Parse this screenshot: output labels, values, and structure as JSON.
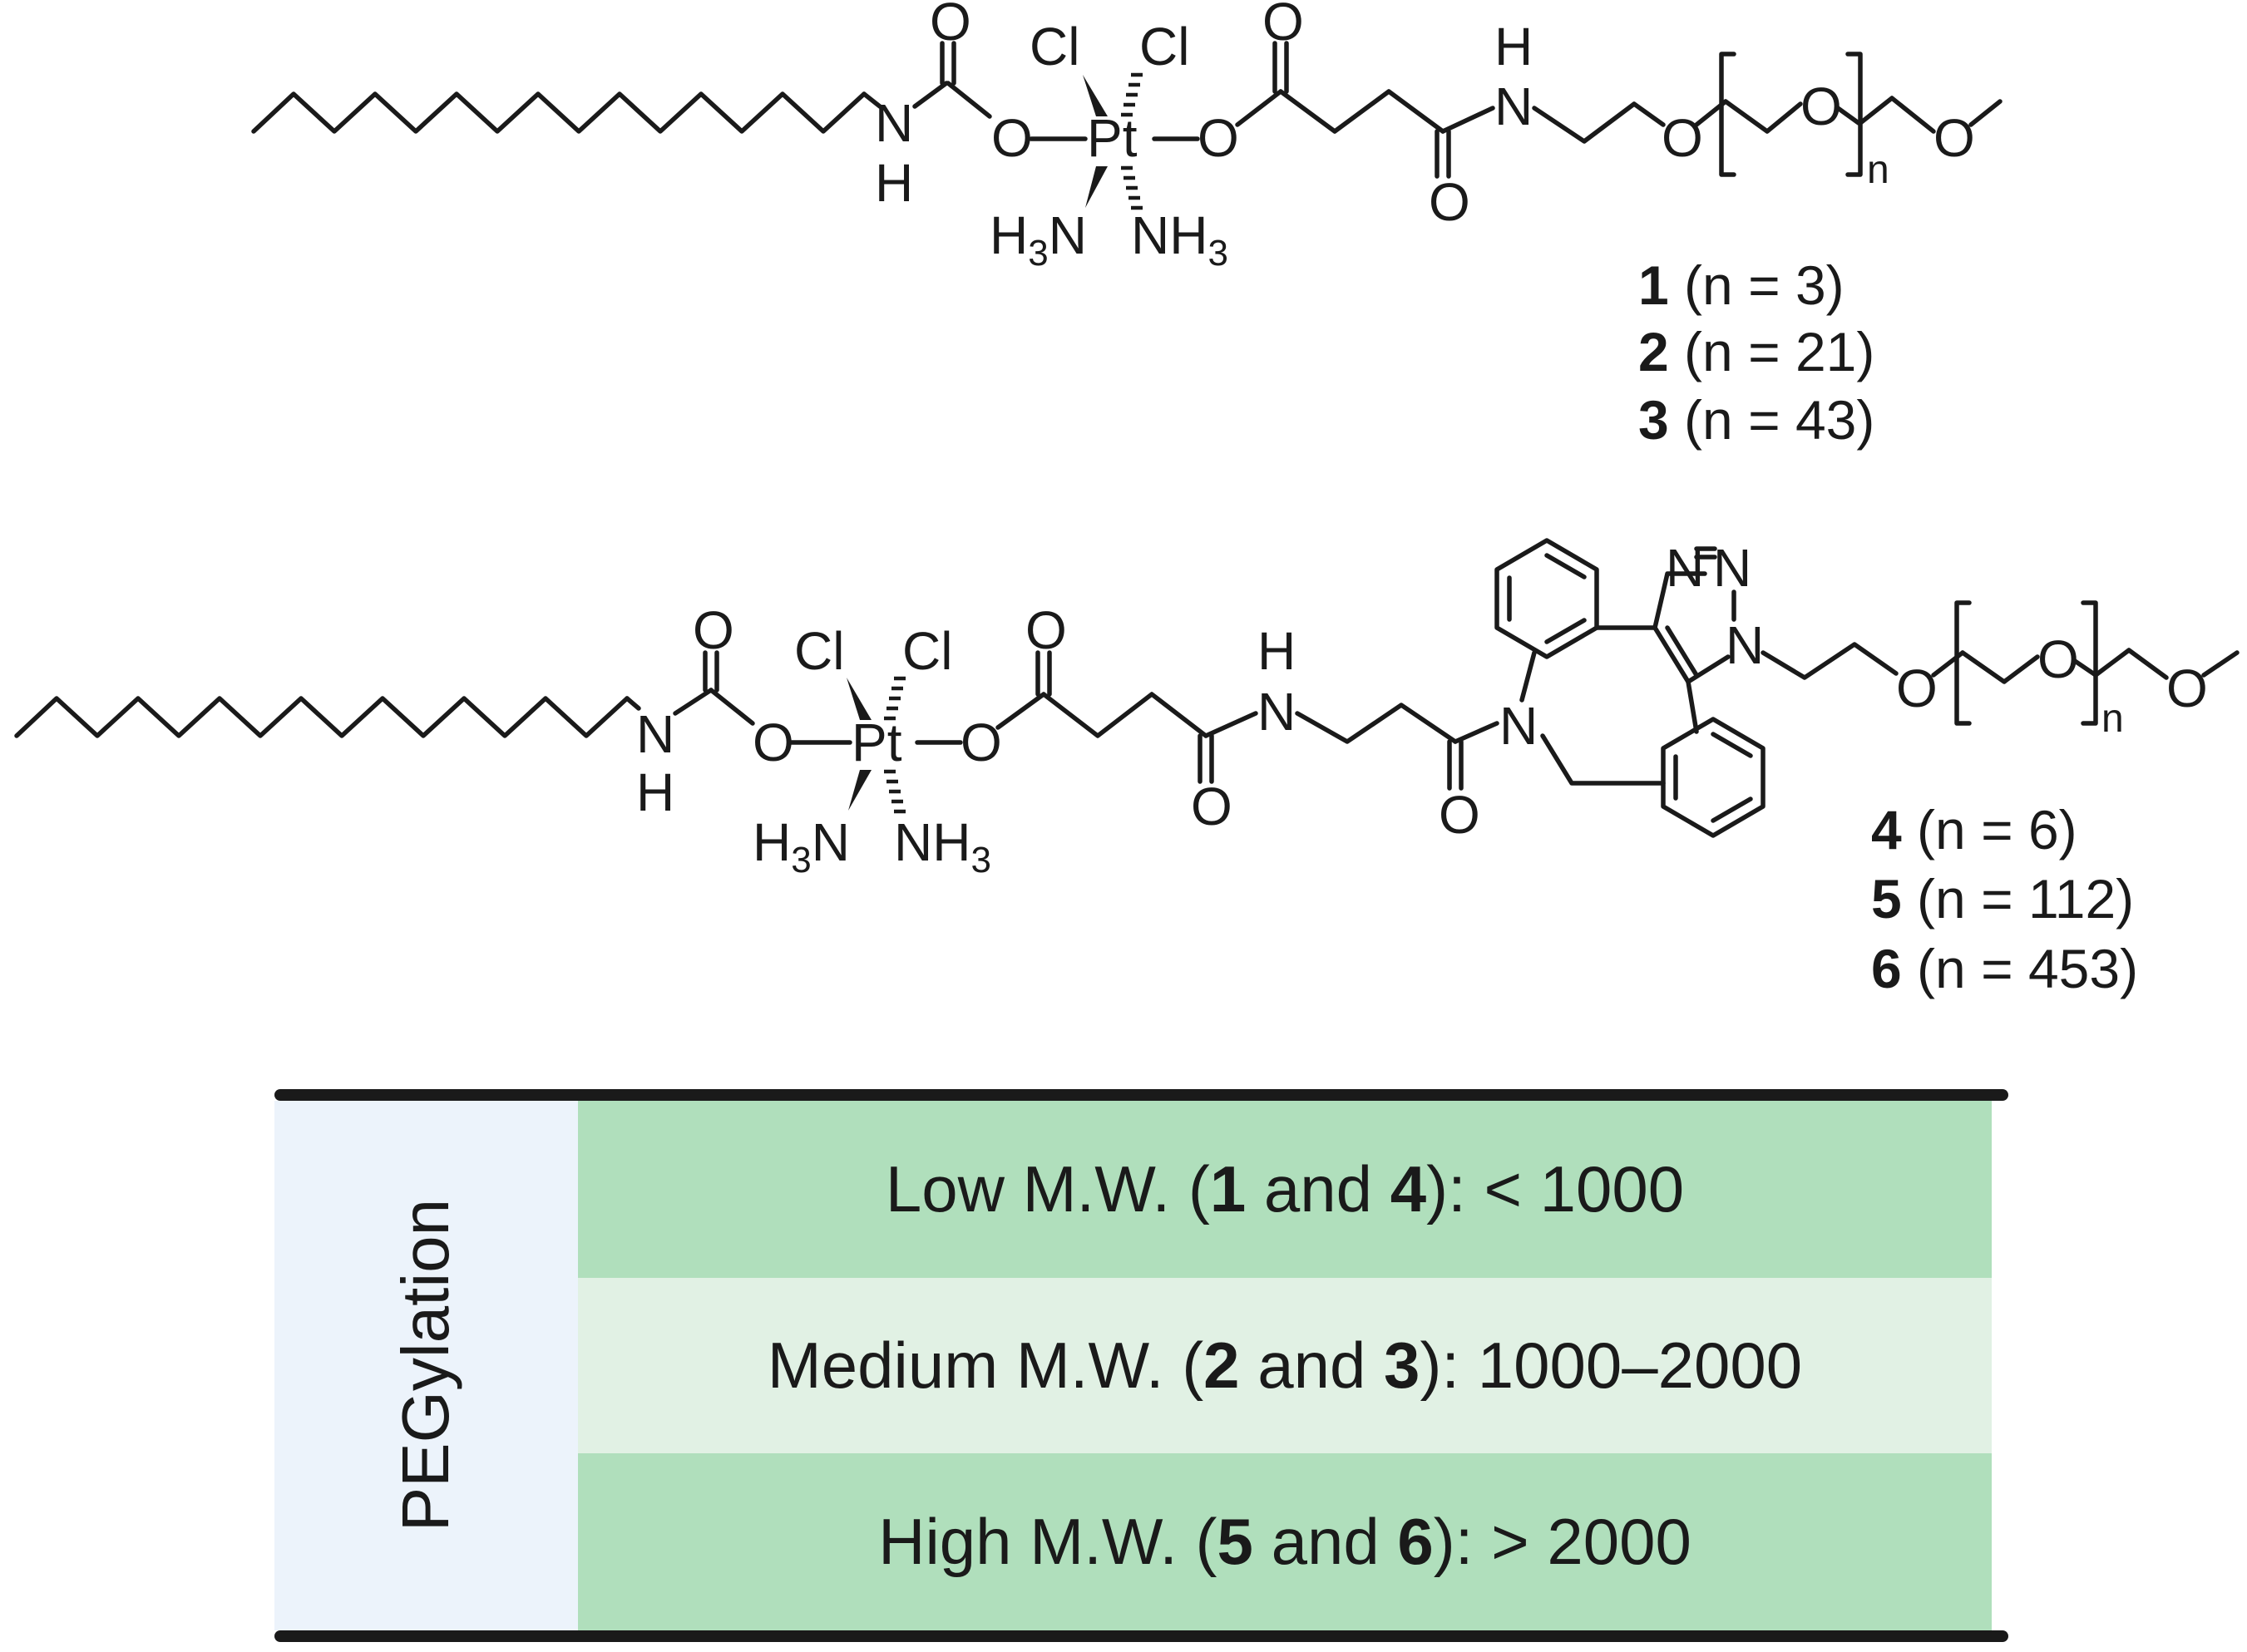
{
  "labels": {
    "cl": "Cl",
    "pt": "Pt",
    "o": "O",
    "n": "N",
    "h": "H",
    "nh3": "NH",
    "h3n_h": "H",
    "h3n_n": "N",
    "sub3": "3",
    "peg_n": "n"
  },
  "series_top": [
    {
      "id": "1",
      "text": " (n = 3)"
    },
    {
      "id": "2",
      "text": " (n = 21)"
    },
    {
      "id": "3",
      "text": " (n = 43)"
    }
  ],
  "series_bottom": [
    {
      "id": "4",
      "text": " (n = 6)"
    },
    {
      "id": "5",
      "text": " (n = 112)"
    },
    {
      "id": "6",
      "text": " (n = 453)"
    }
  ],
  "table": {
    "side_label": "PEGylation",
    "rows": [
      {
        "pre": "Low M.W. (",
        "a": "1",
        "mid": " and ",
        "b": "4",
        "post": "): < 1000"
      },
      {
        "pre": "Medium M.W. (",
        "a": "2",
        "mid": " and ",
        "b": "3",
        "post": "): 1000–2000"
      },
      {
        "pre": "High M.W. (",
        "a": "5",
        "mid": " and ",
        "b": "6",
        "post": "): > 2000"
      }
    ]
  },
  "colors": {
    "ink": "#1a1a1a",
    "row_dark": "#b0dfbc",
    "row_light": "#e1f1e4",
    "side_fill": "#ecf3fb"
  }
}
